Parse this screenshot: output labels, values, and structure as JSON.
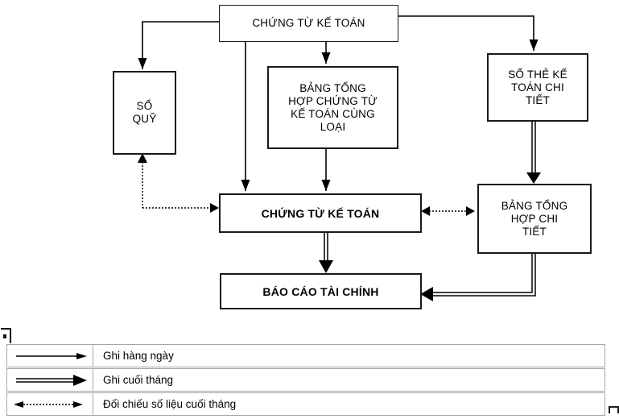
{
  "boxes": {
    "chung_tu_ke_toan_top": {
      "label": "CHỨNG TỪ KẾ TOÁN"
    },
    "so_quy": {
      "label": "SỔ\nQUỸ"
    },
    "bang_tong_hop_cung_loai": {
      "label": "BẢNG TỔNG\nHỢP CHỨNG TỪ\nKẾ TOÁN CÙNG\nLOẠI"
    },
    "so_the_ke_toan_chi_tiet": {
      "label": "SỔ THẺ KẾ\nTOÁN CHI\nTIẾT"
    },
    "chung_tu_ke_toan_center": {
      "label": "CHỨNG TỪ KẾ TOÁN"
    },
    "bang_tong_hop_chi_tiet": {
      "label": "BẢNG TỔNG\nHỢP CHI\nTIẾT"
    },
    "bao_cao_tai_chinh": {
      "label": "BÁO CÁO TÀI CHÍNH"
    }
  },
  "legend": {
    "rows": [
      {
        "icon": "solid-arrow-icon",
        "label": "Ghi hàng ngày"
      },
      {
        "icon": "double-line-arrow-icon",
        "label": "Ghi cuối tháng"
      },
      {
        "icon": "dotted-double-arrow-icon",
        "label": "Đối chiếu số liệu cuối tháng"
      }
    ]
  },
  "artifacts": {
    "anchor_icon": "object-anchor-icon",
    "resize_handle_icon": "table-resize-handle-icon"
  },
  "colors": {
    "line": "#000000",
    "text": "#000000",
    "background": "#ffffff",
    "legend_border": "#a6a6a6"
  }
}
